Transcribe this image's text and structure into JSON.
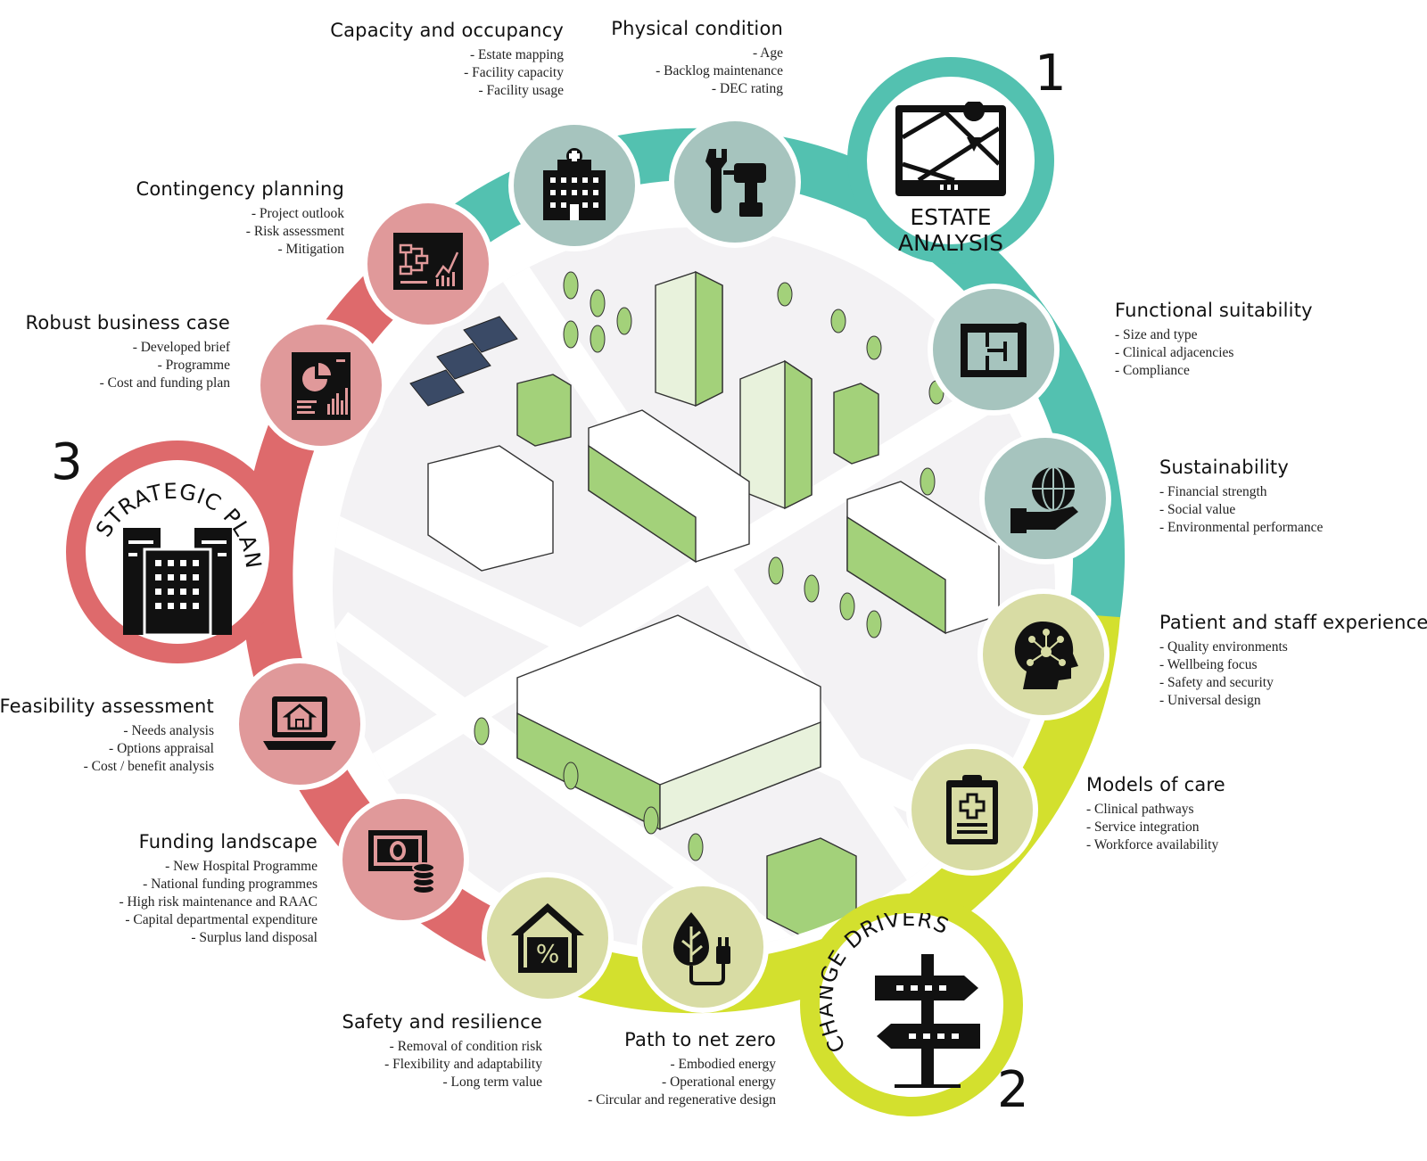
{
  "colors": {
    "teal": "#53c1b0",
    "red": "#de6a6c",
    "lime": "#d3e02e",
    "node_teal": "#a6c4be",
    "node_red": "#e0999a",
    "node_lime": "#d8dca4",
    "city_green": "#a3d17a"
  },
  "sections": {
    "estate_analysis": {
      "number": "1",
      "line1": "ESTATE",
      "line2": "ANALYSIS",
      "icon": "map-screen-icon"
    },
    "change_drivers": {
      "number": "2",
      "text": "CHANGE DRIVERS",
      "icon": "signpost-icon"
    },
    "strategic_plans": {
      "number": "3",
      "text": "STRATEGIC PLANS",
      "icon": "buildings-icon"
    }
  },
  "topics": {
    "capacity": {
      "title": "Capacity and occupancy",
      "items": [
        "- Estate mapping",
        "- Facility capacity",
        "- Facility usage"
      ],
      "icon": "hospital-icon"
    },
    "physical": {
      "title": "Physical condition",
      "items": [
        "- Age",
        "- Backlog maintenance",
        "- DEC rating"
      ],
      "icon": "tools-icon"
    },
    "functional": {
      "title": "Functional suitability",
      "items": [
        "- Size and type",
        "- Clinical adjacencies",
        "- Compliance"
      ],
      "icon": "floorplan-icon"
    },
    "sustainability": {
      "title": "Sustainability",
      "items": [
        "- Financial strength",
        "- Social value",
        "- Environmental performance"
      ],
      "icon": "globe-hand-icon"
    },
    "patient": {
      "title": "Patient and staff experience",
      "items": [
        "- Quality environments",
        "- Wellbeing focus",
        "- Safety and security",
        "- Universal design"
      ],
      "icon": "head-network-icon"
    },
    "models": {
      "title": "Models of care",
      "items": [
        "- Clinical pathways",
        "- Service integration",
        "- Workforce availability"
      ],
      "icon": "clipboard-cross-icon"
    },
    "netzero": {
      "title": "Path to net zero",
      "items": [
        "- Embodied energy",
        "- Operational energy",
        "- Circular and regenerative design"
      ],
      "icon": "leaf-plug-icon"
    },
    "safety": {
      "title": "Safety and resilience",
      "items": [
        "- Removal of condition risk",
        "- Flexibility and adaptability",
        "- Long term value"
      ],
      "icon": "house-percent-icon"
    },
    "funding": {
      "title": "Funding landscape",
      "items": [
        "- New Hospital Programme",
        "- National funding programmes",
        "- High risk maintenance and RAAC",
        "- Capital departmental expenditure",
        "- Surplus land disposal"
      ],
      "icon": "cash-coins-icon"
    },
    "feasibility": {
      "title": "Feasibility assessment",
      "items": [
        "- Needs analysis",
        "- Options appraisal",
        "- Cost / benefit analysis"
      ],
      "icon": "laptop-house-icon"
    },
    "business": {
      "title": "Robust business case",
      "items": [
        "- Developed brief",
        "- Programme",
        "- Cost and funding plan"
      ],
      "icon": "report-chart-icon"
    },
    "contingency": {
      "title": "Contingency planning",
      "items": [
        "- Project outlook",
        "- Risk assessment",
        "- Mitigation"
      ],
      "icon": "flowchart-board-icon"
    }
  }
}
